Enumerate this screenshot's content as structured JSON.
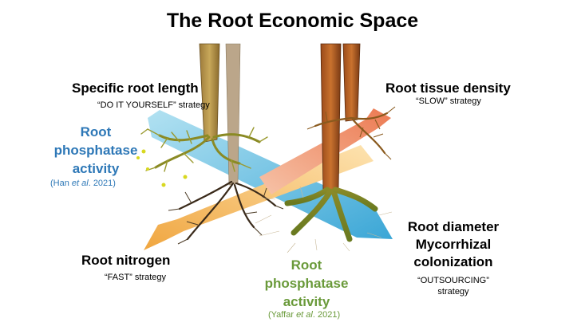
{
  "title": "The Root Economic Space",
  "srl": {
    "label": "Specific root length",
    "strategy": "“DO IT YOURSELF” strategy"
  },
  "rtd": {
    "label": "Root tissue density",
    "strategy": "“SLOW” strategy"
  },
  "rn": {
    "label": "Root nitrogen",
    "strategy": "“FAST” strategy"
  },
  "rd": {
    "label1": "Root diameter",
    "label2": "Mycorrhizal",
    "label3": "colonization",
    "strategy1": "“OUTSOURCING”",
    "strategy2": "strategy"
  },
  "rpa_left": {
    "line1": "Root",
    "line2": "phosphatase",
    "line3": "activity",
    "cite_pre": "(Han ",
    "cite_em": "et al",
    "cite_post": ". 2021)"
  },
  "rpa_center": {
    "line1": "Root",
    "line2": "phosphatase",
    "line3": "activity",
    "cite_pre": "(Yaffar ",
    "cite_em": "et al",
    "cite_post": ". 2021)"
  },
  "colors": {
    "blue_axis": "#7ec8e3",
    "orange_axis": "#f4b860",
    "salmon_axis": "#f08a6a",
    "blue_text": "#2e78b7",
    "green_text": "#6a9a3a"
  },
  "icons": [
    "left-tree-roots-illustration",
    "right-tree-roots-illustration",
    "axis-arrows"
  ]
}
